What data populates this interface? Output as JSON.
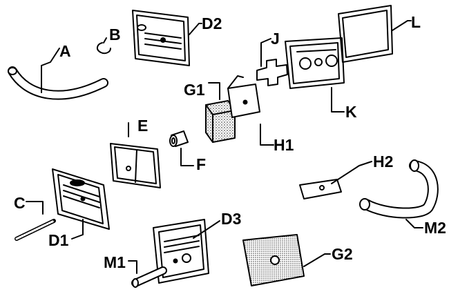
{
  "colors": {
    "ink": "#000000",
    "paper": "#ffffff",
    "grain": "#888888"
  },
  "parts": {
    "A": {
      "label": "A"
    },
    "B": {
      "label": "B"
    },
    "C": {
      "label": "C"
    },
    "D1": {
      "label": "D1"
    },
    "D2": {
      "label": "D2"
    },
    "D3": {
      "label": "D3"
    },
    "E": {
      "label": "E"
    },
    "F": {
      "label": "F"
    },
    "G1": {
      "label": "G1"
    },
    "G2": {
      "label": "G2"
    },
    "H1": {
      "label": "H1"
    },
    "H2": {
      "label": "H2"
    },
    "J": {
      "label": "J"
    },
    "K": {
      "label": "K"
    },
    "L": {
      "label": "L"
    },
    "M1": {
      "label": "M1"
    },
    "M2": {
      "label": "M2"
    }
  }
}
